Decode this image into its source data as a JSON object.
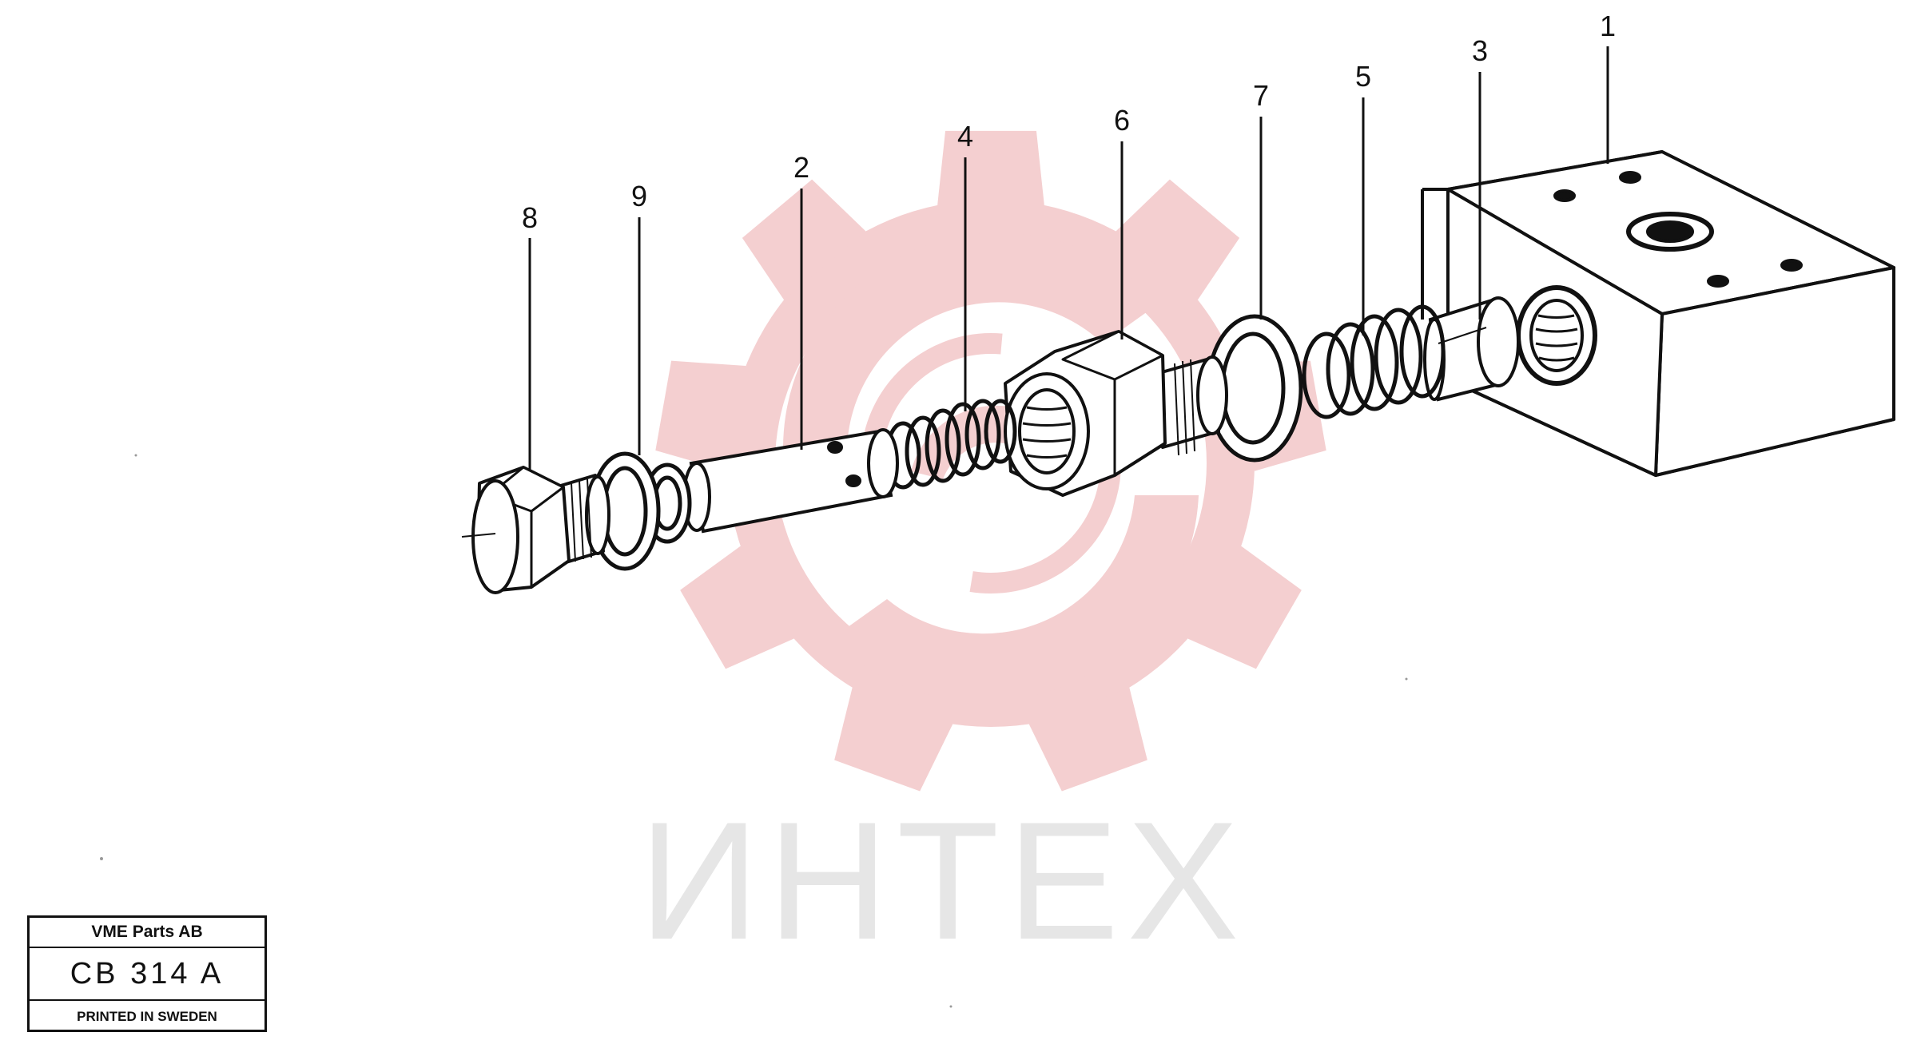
{
  "diagram": {
    "callouts": [
      "1",
      "2",
      "3",
      "4",
      "5",
      "6",
      "7",
      "8",
      "9"
    ],
    "watermark": {
      "text": "ИНТЕХ",
      "logo_color": "#f4cfd0",
      "text_color": "#e6e6e6"
    }
  },
  "title_block": {
    "company": "VME Parts AB",
    "code": "CB 314 A",
    "printed": "PRINTED IN SWEDEN"
  }
}
